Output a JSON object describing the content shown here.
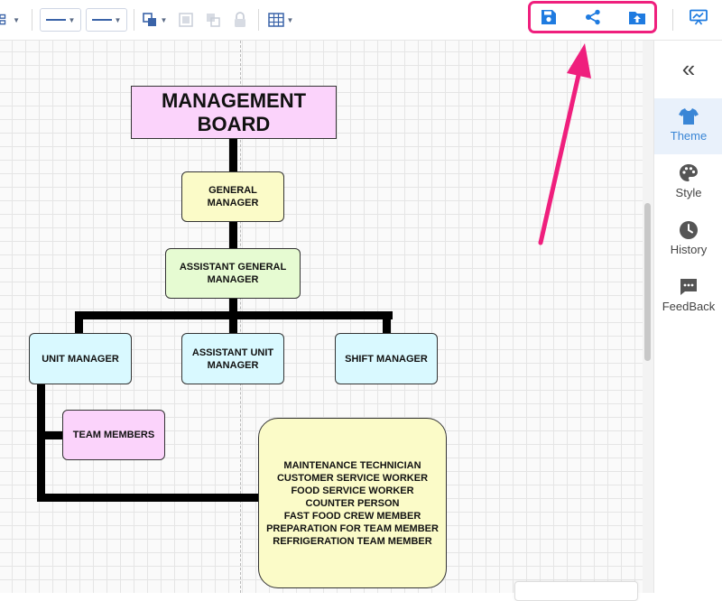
{
  "colors": {
    "accent": "#3a86d6",
    "highlight": "#ef1f7d",
    "icon_blue": "#1f7be0"
  },
  "toolbar": {
    "left_icons": [
      "layout-icon",
      "line-style-icon",
      "line-end-icon",
      "arrange-icon",
      "group-icon",
      "ungroup-icon",
      "lock-icon",
      "table-icon"
    ],
    "right_icons": [
      "save-icon",
      "share-icon",
      "export-icon",
      "present-icon"
    ]
  },
  "chart": {
    "root": "MANAGEMENT\nBOARD",
    "general_manager": "GENERAL\nMANAGER",
    "assistant_general_manager": "ASSISTANT GENERAL\nMANAGER",
    "unit_manager": "UNIT MANAGER",
    "assistant_unit_manager": "ASSISTANT UNIT\nMANAGER",
    "shift_manager": "SHIFT MANAGER",
    "team_members": "TEAM MEMBERS",
    "staff_roles": "MAINTENANCE TECHNICIAN\nCUSTOMER SERVICE WORKER\nFOOD SERVICE WORKER\nCOUNTER PERSON\nFAST FOOD CREW MEMBER\nPREPARATION FOR TEAM MEMBER\nREFRIGERATION TEAM MEMBER"
  },
  "sidebar": {
    "collapse_label": "«",
    "items": [
      {
        "label": "Theme",
        "icon": "shirt-icon",
        "active": true
      },
      {
        "label": "Style",
        "icon": "palette-icon",
        "active": false
      },
      {
        "label": "History",
        "icon": "clock-icon",
        "active": false
      },
      {
        "label": "FeedBack",
        "icon": "feedback-icon",
        "active": false
      }
    ]
  }
}
